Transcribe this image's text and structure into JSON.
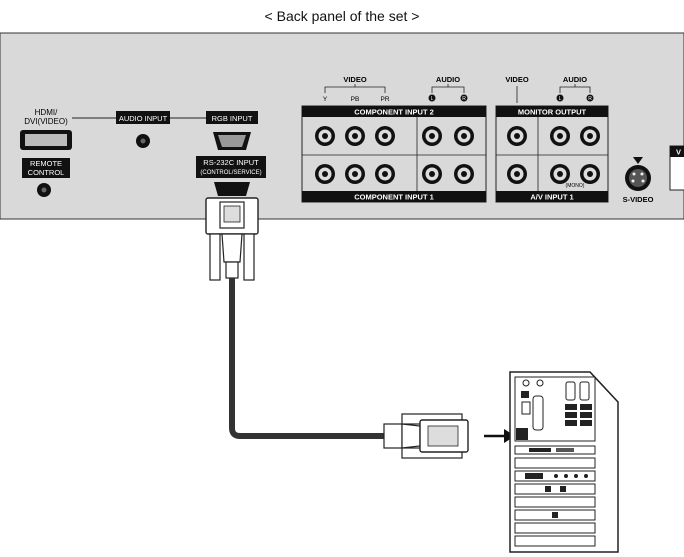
{
  "caption": "< Back panel of the set >",
  "left_labels": {
    "hdmi": [
      "HDMI/",
      "DVI(VIDEO)"
    ],
    "audio_input": "AUDIO INPUT",
    "rgb_input": "RGB INPUT",
    "remote": [
      "REMOTE",
      "CONTROL"
    ],
    "rs232": [
      "RS-232C INPUT",
      "(CONTROL/SERVICE)"
    ]
  },
  "component": {
    "video_header": "VIDEO",
    "audio_header": "AUDIO",
    "sub_y": "Y",
    "sub_pb": "PB",
    "sub_pr": "PR",
    "audio_l": "L",
    "audio_r": "R",
    "input2": "COMPONENT INPUT 2",
    "input1": "COMPONENT INPUT 1"
  },
  "monitor": {
    "video_header": "VIDEO",
    "audio_header": "AUDIO",
    "audio_l": "L",
    "audio_r": "R",
    "output": "MONITOR OUTPUT",
    "mono": "(MONO)",
    "av_input": "A/V INPUT 1"
  },
  "svideo": "S-VIDEO",
  "edge_letter": "V",
  "colors": {
    "panel": "#d9d9d9",
    "bar": "#111111",
    "cable": "#333333"
  }
}
